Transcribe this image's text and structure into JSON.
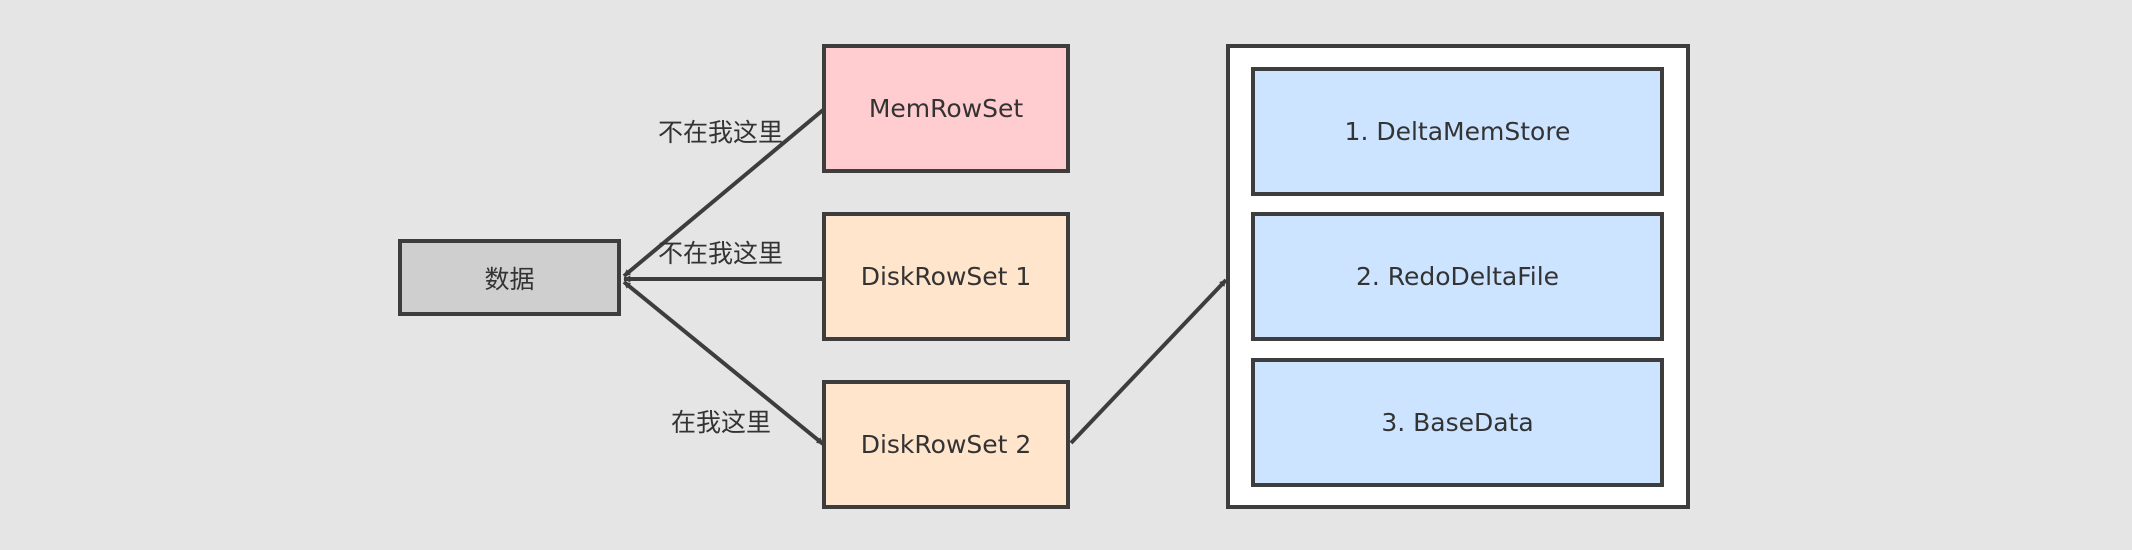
{
  "nodes": {
    "data": "数据",
    "memrowset": "MemRowSet",
    "diskrowset_1": "DiskRowSet 1",
    "diskrowset_2": "DiskRowSet 2",
    "delta_mem_store": "1. DeltaMemStore",
    "redo_delta_file": "2. RedoDeltaFile",
    "base_data": "3. BaseData"
  },
  "edges": {
    "memrowset_to_data": "不在我这里",
    "diskrowset1_to_data": "不在我这里",
    "diskrowset2_to_data": "在我这里"
  },
  "colors": {
    "background": "#e5e5e5",
    "data": "#cfcfcf",
    "memrowset": "#ffccd0",
    "diskrowset": "#ffe5cc",
    "container": "#ffffff",
    "store": "#cce4ff",
    "stroke": "#3d3d3d"
  }
}
